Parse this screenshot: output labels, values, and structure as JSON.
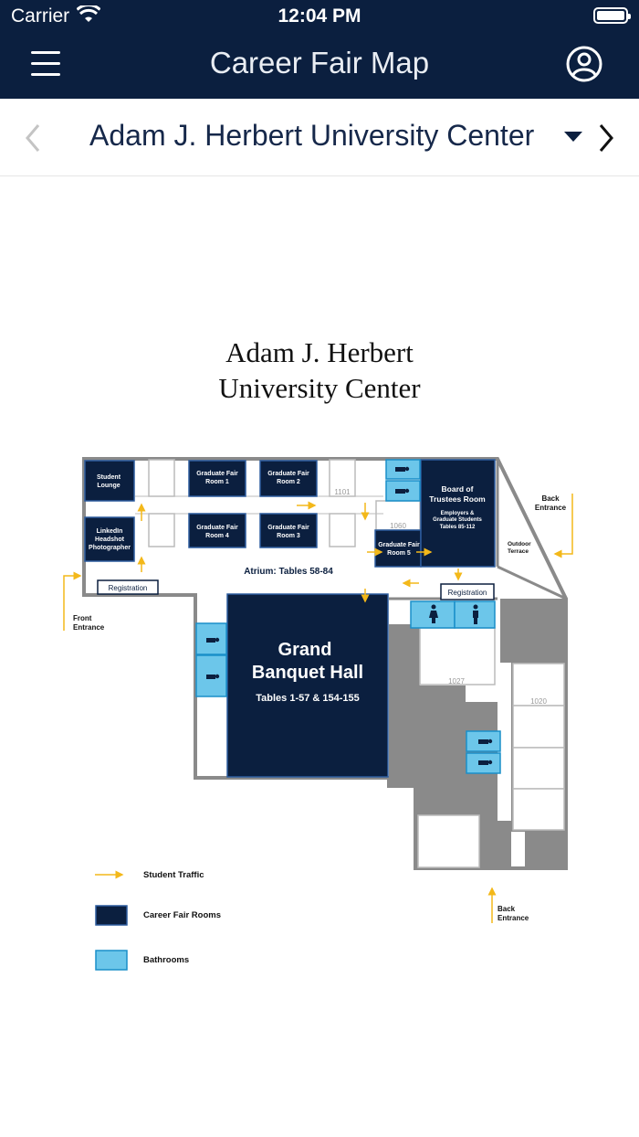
{
  "status": {
    "carrier": "Carrier",
    "time": "12:04 PM"
  },
  "header": {
    "title": "Career Fair Map"
  },
  "selector": {
    "building": "Adam J. Herbert University Center"
  },
  "map": {
    "title_line1": "Adam J. Herbert",
    "title_line2": "University Center",
    "rooms": {
      "student_lounge": [
        "Student",
        "Lounge"
      ],
      "linkedin": [
        "LinkedIn",
        "Headshot",
        "Photographer"
      ],
      "gfr1": [
        "Graduate Fair",
        "Room 1"
      ],
      "gfr2": [
        "Graduate Fair",
        "Room 2"
      ],
      "gfr3": [
        "Graduate Fair",
        "Room 3"
      ],
      "gfr4": [
        "Graduate Fair",
        "Room 4"
      ],
      "gfr5": [
        "Graduate Fair",
        "Room 5"
      ],
      "board": [
        "Board of",
        "Trustees Room",
        "Employers &",
        "Graduate Students",
        "Tables 85-112"
      ],
      "grand": [
        "Grand",
        "Banquet Hall",
        "Tables 1-57 & 154-155"
      ],
      "room_1101": "1101",
      "room_1060": "1060",
      "room_1027": "1027",
      "room_1020": "1020"
    },
    "atrium": "Atrium: Tables 58-84",
    "registration": "Registration",
    "front_entrance": [
      "Front",
      "Entrance"
    ],
    "back_entrance": [
      "Back",
      "Entrance"
    ],
    "outdoor_terrace": [
      "Outdoor",
      "Terrace"
    ],
    "legend": {
      "traffic": "Student Traffic",
      "rooms": "Career Fair Rooms",
      "bathrooms": "Bathrooms"
    },
    "colors": {
      "navy": "#0b1f3f",
      "bathroom": "#6cc6ea",
      "arrow": "#f3b81a",
      "gray": "#8a8a8a"
    }
  }
}
